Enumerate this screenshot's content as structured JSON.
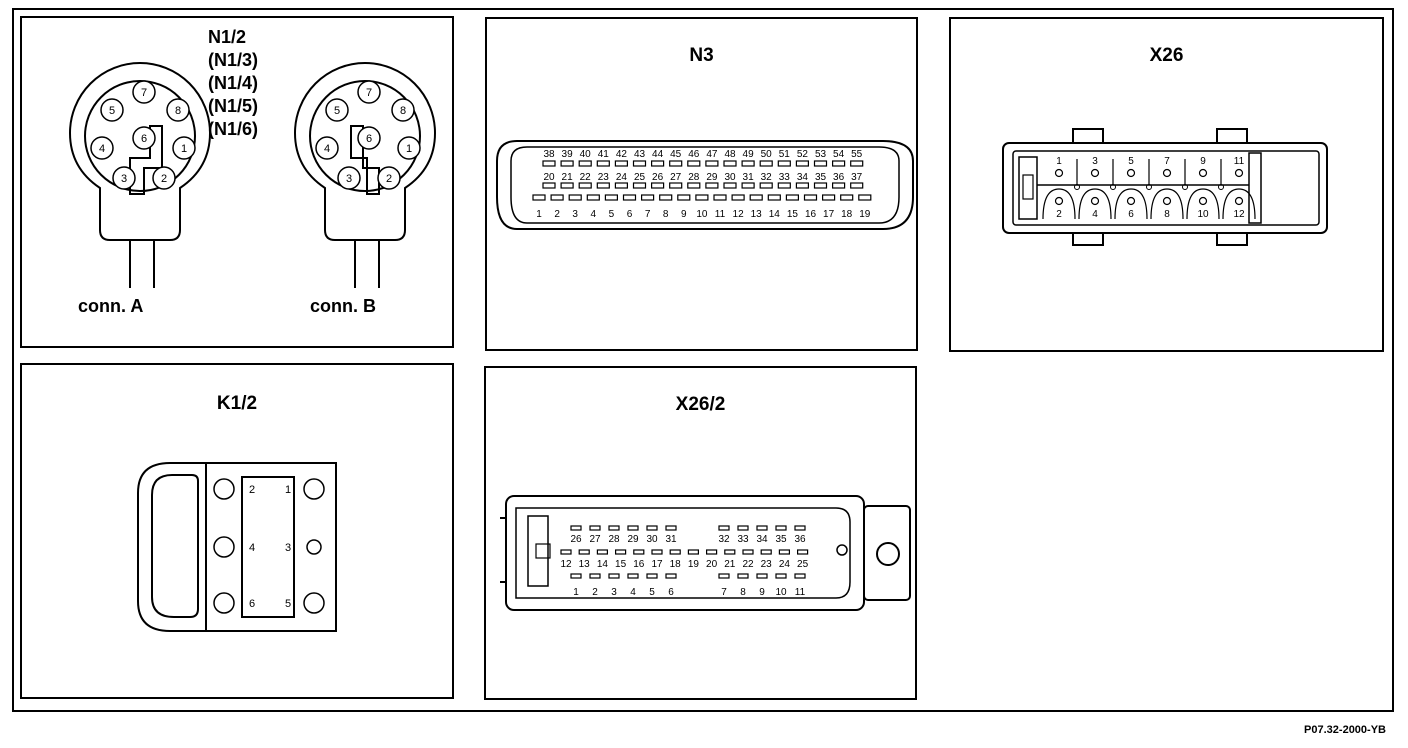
{
  "panels": {
    "n1": {
      "title_lines": [
        "N1/2",
        "(N1/3)",
        "(N1/4)",
        "(N1/5)",
        "(N1/6)"
      ],
      "conn_a": "conn. A",
      "conn_b": "conn. B",
      "pins": [
        "1",
        "2",
        "3",
        "4",
        "5",
        "6",
        "7",
        "8"
      ]
    },
    "n3": {
      "title": "N3",
      "row_top": [
        "38",
        "39",
        "40",
        "41",
        "42",
        "43",
        "44",
        "45",
        "46",
        "47",
        "48",
        "49",
        "50",
        "51",
        "52",
        "53",
        "54",
        "55"
      ],
      "row_mid": [
        "20",
        "21",
        "22",
        "23",
        "24",
        "25",
        "26",
        "27",
        "28",
        "29",
        "30",
        "31",
        "32",
        "33",
        "34",
        "35",
        "36",
        "37"
      ],
      "row_bot": [
        "1",
        "2",
        "3",
        "4",
        "5",
        "6",
        "7",
        "8",
        "9",
        "10",
        "11",
        "12",
        "13",
        "14",
        "15",
        "16",
        "17",
        "18",
        "19"
      ]
    },
    "x26": {
      "title": "X26",
      "top_pins": [
        "1",
        "3",
        "5",
        "7",
        "9",
        "11"
      ],
      "bottom_pins": [
        "2",
        "4",
        "6",
        "8",
        "10",
        "12"
      ]
    },
    "k12": {
      "title": "K1/2",
      "pins": [
        "2",
        "1",
        "4",
        "3",
        "6",
        "5"
      ]
    },
    "x262": {
      "title": "X26/2",
      "row_top_left": [
        "26",
        "27",
        "28",
        "29",
        "30",
        "31"
      ],
      "row_top_right": [
        "32",
        "33",
        "34",
        "35",
        "36"
      ],
      "row_mid": [
        "12",
        "13",
        "14",
        "15",
        "16",
        "17",
        "18",
        "19",
        "20",
        "21",
        "22",
        "23",
        "24",
        "25"
      ],
      "row_bot_left": [
        "1",
        "2",
        "3",
        "4",
        "5",
        "6"
      ],
      "row_bot_right": [
        "7",
        "8",
        "9",
        "10",
        "11"
      ]
    }
  },
  "figure_code": "P07.32-2000-YB"
}
